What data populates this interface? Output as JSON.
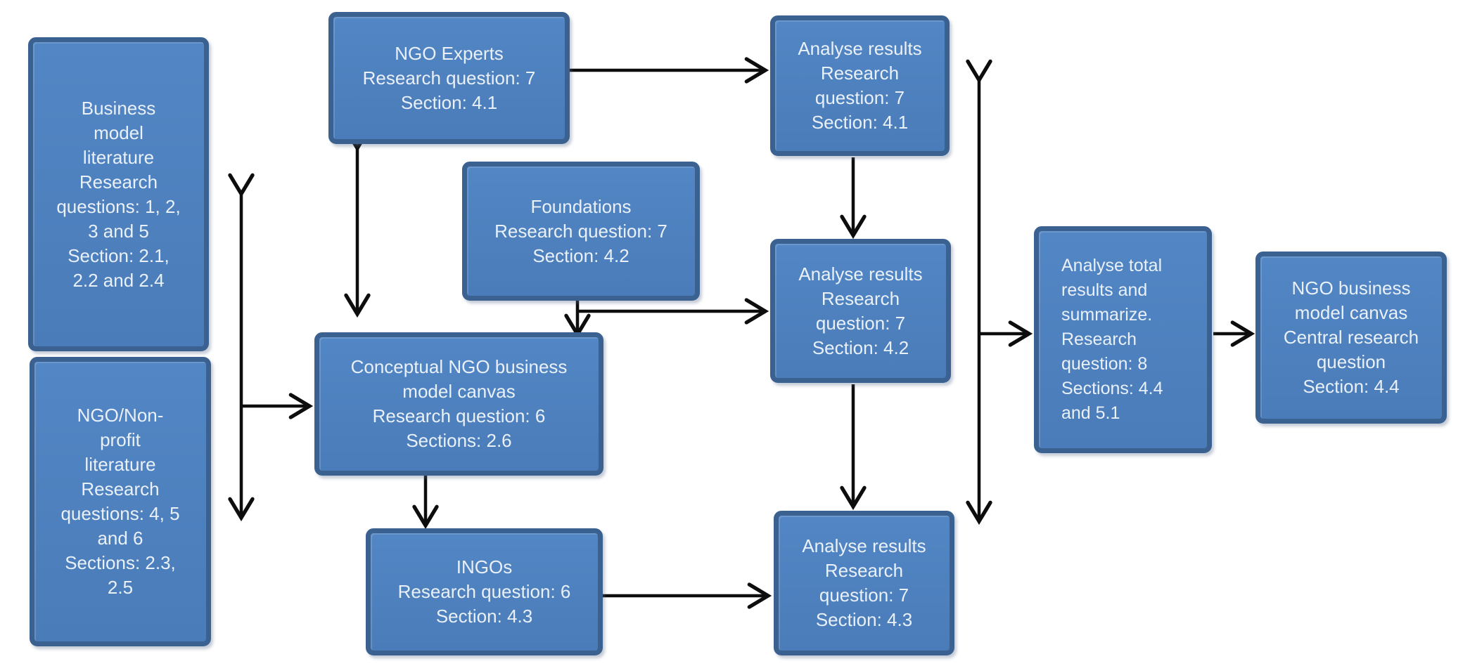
{
  "colors": {
    "box_fill": "#4a7cb9",
    "box_border": "#3a6190",
    "box_text": "#e9f0f8",
    "arrow": "#0d0d0d",
    "background": "#ffffff"
  },
  "boxes": {
    "business_model_literature": {
      "lines": [
        "Business",
        "model",
        "literature",
        "Research",
        "questions: 1, 2,",
        "3 and 5",
        "Section: 2.1,",
        "2.2 and 2.4"
      ]
    },
    "ngo_nonprofit_literature": {
      "lines": [
        "NGO/Non-",
        "profit",
        "literature",
        "Research",
        "questions: 4, 5",
        "and 6",
        "Sections: 2.3,",
        "2.5"
      ]
    },
    "ngo_experts": {
      "lines": [
        "NGO Experts",
        "Research question: 7",
        "Section: 4.1"
      ]
    },
    "foundations": {
      "lines": [
        "Foundations",
        "Research question: 7",
        "Section: 4.2"
      ]
    },
    "conceptual_ngo_bmc": {
      "lines": [
        "Conceptual NGO business",
        "model canvas",
        "Research question: 6",
        "Sections: 2.6"
      ]
    },
    "ingos": {
      "lines": [
        "INGOs",
        "Research question: 6",
        "Section: 4.3"
      ]
    },
    "analyse_results_41": {
      "lines": [
        "Analyse results",
        "Research",
        "question: 7",
        "Section: 4.1"
      ]
    },
    "analyse_results_42": {
      "lines": [
        "Analyse results",
        "Research",
        "question: 7",
        "Section: 4.2"
      ]
    },
    "analyse_results_43": {
      "lines": [
        "Analyse results",
        "Research",
        "question: 7",
        "Section: 4.3"
      ]
    },
    "analyse_total": {
      "lines": [
        "Analyse total",
        "results and",
        "summarize.",
        "Research",
        "question: 8",
        "Sections: 4.4",
        "and 5.1"
      ]
    },
    "ngo_bmc_final": {
      "lines": [
        "NGO business",
        "model canvas",
        "Central research",
        "question",
        "Section: 4.4"
      ]
    }
  },
  "edges": [
    {
      "name": "literature-column-bidirectional",
      "type": "double",
      "between": [
        "business_model_literature",
        "ngo_nonprofit_literature"
      ]
    },
    {
      "name": "literature-to-conceptual",
      "type": "single",
      "from": "literature-column-bidirectional",
      "to": "conceptual_ngo_bmc"
    },
    {
      "name": "experts-conceptual-bidirectional",
      "type": "double",
      "between": [
        "ngo_experts",
        "conceptual_ngo_bmc"
      ]
    },
    {
      "name": "foundations-conceptual-bidirectional",
      "type": "double",
      "between": [
        "foundations",
        "conceptual_ngo_bmc"
      ]
    },
    {
      "name": "conceptual-ingos-bidirectional",
      "type": "double",
      "between": [
        "conceptual_ngo_bmc",
        "ingos"
      ]
    },
    {
      "name": "experts-to-analyse41",
      "type": "single",
      "from": "ngo_experts",
      "to": "analyse_results_41"
    },
    {
      "name": "foundations-junction-to-analyse42",
      "type": "single",
      "from": "foundations-conceptual-bidirectional",
      "to": "analyse_results_42"
    },
    {
      "name": "ingos-to-analyse43",
      "type": "single",
      "from": "ingos",
      "to": "analyse_results_43"
    },
    {
      "name": "analyse41-to-analyse42",
      "type": "single",
      "from": "analyse_results_41",
      "to": "analyse_results_42"
    },
    {
      "name": "analyse42-to-analyse43",
      "type": "single",
      "from": "analyse_results_42",
      "to": "analyse_results_43"
    },
    {
      "name": "analyse-column-bidirectional",
      "type": "double",
      "between": [
        "analyse_results_41",
        "analyse_results_43"
      ]
    },
    {
      "name": "junction-to-analyse-total",
      "type": "single",
      "from": "analyse-column-bidirectional",
      "to": "analyse_total"
    },
    {
      "name": "total-to-final",
      "type": "single",
      "from": "analyse_total",
      "to": "ngo_bmc_final"
    }
  ]
}
